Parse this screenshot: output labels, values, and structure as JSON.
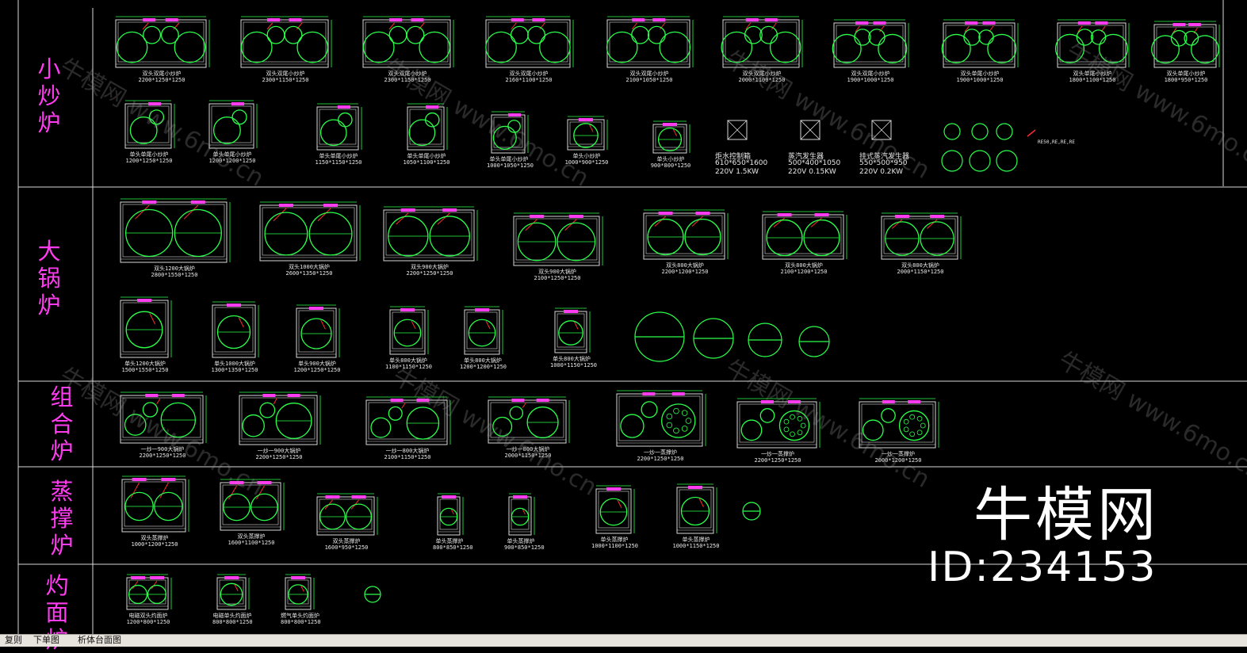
{
  "colors": {
    "background": "#000000",
    "category_text": "#ff3cf0",
    "outline": "#d9d9d9",
    "burner": "#2bff4a",
    "dimension": "#2bff4a",
    "accent": "#ff3cf0",
    "marker": "#ff2a2a",
    "caption": "#e8e8e8"
  },
  "categories": [
    {
      "label": "小炒炉"
    },
    {
      "label": "大锅炉"
    },
    {
      "label": "组合炉"
    },
    {
      "label": "蒸撑炉"
    },
    {
      "label": "灼面炉"
    }
  ],
  "xiaochao_row1": [
    {
      "name": "双头双尾小炒炉",
      "size": "2200*1250*1250",
      "burners": 4
    },
    {
      "name": "双头双尾小炒炉",
      "size": "2300*1150*1250",
      "burners": 4
    },
    {
      "name": "双头双尾小炒炉",
      "size": "2300*1150*1250",
      "burners": 4
    },
    {
      "name": "双头双尾小炒炉",
      "size": "2160*1100*1250",
      "burners": 4
    },
    {
      "name": "双头双尾小炒炉",
      "size": "2100*1050*1250",
      "burners": 4
    },
    {
      "name": "双头双尾小炒炉",
      "size": "2000*1100*1250",
      "burners": 4
    },
    {
      "name": "双头双尾小炒炉",
      "size": "1900*1000*1250",
      "burners": 4
    },
    {
      "name": "双头单尾小炒炉",
      "size": "1900*1000*1250",
      "burners": 3
    },
    {
      "name": "双头单尾小炒炉",
      "size": "1800*1100*1250",
      "burners": 3
    },
    {
      "name": "双头单尾小炒炉",
      "size": "1800*950*1250",
      "burners": 3
    }
  ],
  "xiaochao_row2": [
    {
      "name": "单头单尾小炒炉",
      "size": "1200*1250*1250"
    },
    {
      "name": "单头单尾小炒炉",
      "size": "1200*1200*1250"
    },
    {
      "name": "单头单尾小炒炉",
      "size": "1150*1150*1250"
    },
    {
      "name": "单头单尾小炒炉",
      "size": "1050*1100*1250"
    },
    {
      "name": "单头单尾小炒炉",
      "size": "1000*1050*1250"
    },
    {
      "name": "单头小炒炉",
      "size": "1000*900*1250"
    },
    {
      "name": "单头小炒炉",
      "size": "900*800*1250"
    }
  ],
  "specials": [
    {
      "name": "炬水控制箱",
      "size": "610*650*1600",
      "power": "220V 1.5KW"
    },
    {
      "name": "蒸汽发生器",
      "size": "500*400*1050",
      "power": "220V 0.15KW"
    },
    {
      "name": "挂式蒸汽发生器",
      "size": "550*500*950",
      "power": "220V 0.2KW"
    }
  ],
  "tiny_note": "RE50,RE,RE,RE",
  "daguo_row1": [
    {
      "name": "双头1200大锅炉",
      "size": "2800*1550*1250"
    },
    {
      "name": "双头1000大锅炉",
      "size": "2600*1350*1250"
    },
    {
      "name": "双头900大锅炉",
      "size": "2200*1250*1250"
    },
    {
      "name": "双头900大锅炉",
      "size": "2100*1250*1250"
    },
    {
      "name": "双头800大锅炉",
      "size": "2200*1200*1250"
    },
    {
      "name": "双头800大锅炉",
      "size": "2100*1200*1250"
    },
    {
      "name": "双头800大锅炉",
      "size": "2000*1150*1250"
    }
  ],
  "daguo_row2": [
    {
      "name": "单头1200大锅炉",
      "size": "1500*1550*1250"
    },
    {
      "name": "单头1000大锅炉",
      "size": "1300*1350*1250"
    },
    {
      "name": "单头900大锅炉",
      "size": "1200*1250*1250"
    },
    {
      "name": "单头800大锅炉",
      "size": "1100*1150*1250"
    },
    {
      "name": "单头800大锅炉",
      "size": "1200*1200*1250"
    },
    {
      "name": "单头800大锅炉",
      "size": "1000*1150*1250"
    }
  ],
  "zuhe": [
    {
      "name": "一炒一900大锅炉",
      "size": "2200*1250*1250"
    },
    {
      "name": "一炒一900大锅炉",
      "size": "2200*1250*1250"
    },
    {
      "name": "一炒一800大锅炉",
      "size": "2100*1150*1250"
    },
    {
      "name": "一炒一800大锅炉",
      "size": "2000*1150*1250"
    },
    {
      "name": "一炒一蒸撑炉",
      "size": "2200*1250*1250"
    },
    {
      "name": "一炒一蒸撑炉",
      "size": "2200*1250*1250"
    },
    {
      "name": "一炒一蒸撑炉",
      "size": "2000*1200*1250"
    }
  ],
  "zhengcheng": [
    {
      "name": "双头蒸撑炉",
      "size": "1000*1200*1250"
    },
    {
      "name": "双头蒸撑炉",
      "size": "1600*1100*1250"
    },
    {
      "name": "双头蒸撑炉",
      "size": "1600*950*1250"
    },
    {
      "name": "单头蒸撑炉",
      "size": "800*850*1250"
    },
    {
      "name": "单头蒸撑炉",
      "size": "900*850*1250"
    },
    {
      "name": "单头蒸撑炉",
      "size": "1000*1100*1250"
    },
    {
      "name": "单头蒸撑炉",
      "size": "1000*1150*1250"
    }
  ],
  "zhuomian": [
    {
      "name": "电磁双头灼面炉",
      "size": "1200*800*1250"
    },
    {
      "name": "电磁单头灼面炉",
      "size": "800*800*1250"
    },
    {
      "name": "燃气单头灼面炉",
      "size": "800*800*1250"
    }
  ],
  "watermarks": {
    "brand": "牛模网",
    "id": "ID:234153",
    "faint": [
      "牛模网 www.6mo.cn",
      "牛模网 www.6mo.cn",
      "牛模网 www.6mo.cn",
      "牛模网 www.6mo.cn",
      "牛模网 www.6mo.cn",
      "牛模网 www.6mo.cn",
      "牛模网 www.6mo.cn",
      "牛模网 www.6mo.cn"
    ]
  },
  "tabs": [
    {
      "label": "复则"
    },
    {
      "label": "下单图"
    },
    {
      "label": "析体台面图"
    }
  ]
}
